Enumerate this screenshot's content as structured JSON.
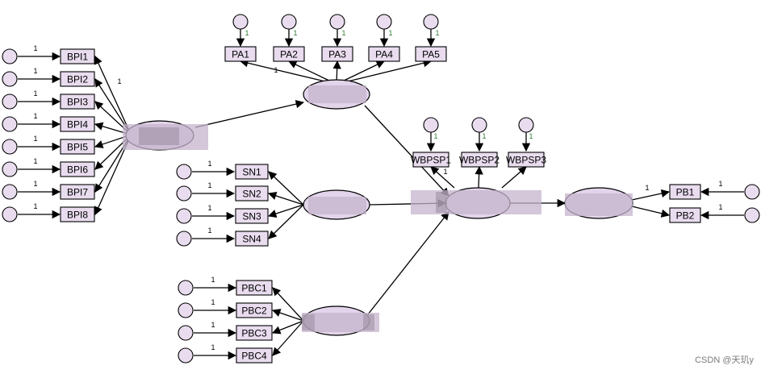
{
  "diagram": {
    "observed": {
      "BPI": [
        "BPI1",
        "BPI2",
        "BPI3",
        "BPI4",
        "BPI5",
        "BPI6",
        "BPI7",
        "BPI8"
      ],
      "PA": [
        "PA1",
        "PA2",
        "PA3",
        "PA4",
        "PA5"
      ],
      "SN": [
        "SN1",
        "SN2",
        "SN3",
        "SN4"
      ],
      "PBC": [
        "PBC1",
        "PBC2",
        "PBC3",
        "PBC4"
      ],
      "WBPSP": [
        "WBPSP1",
        "WBPSP2",
        "WBPSP3"
      ],
      "PB": [
        "PB1",
        "PB2"
      ]
    },
    "weight_label": "1",
    "colors": {
      "box_fill": "#e8dcee",
      "latent_fill": "#e2d4ea",
      "stroke": "#000000"
    }
  },
  "watermark": "CSDN @天玑y"
}
